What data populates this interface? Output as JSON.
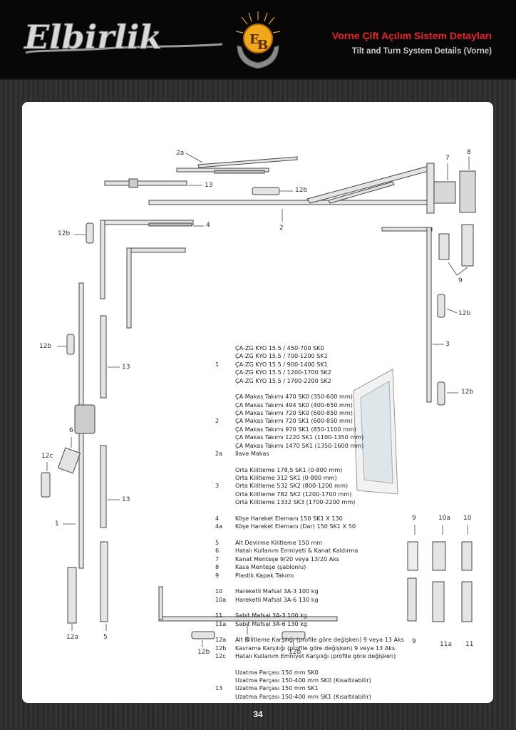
{
  "header": {
    "brand": "Elbirlik",
    "logo_letters": "EB",
    "title_tr": "Vorne Çift Açılım Sistem Detayları",
    "title_en": "Tilt and Turn System Details (Vorne)"
  },
  "diagram_labels": {
    "l2a": "2a",
    "l13_top": "13",
    "l12b_top": "12b",
    "l7": "7",
    "l8": "8",
    "l2": "2",
    "l12b_left": "12b",
    "l4": "4",
    "l9": "9",
    "l12b_r1": "12b",
    "l12b_mid": "12b",
    "l13_mid": "13",
    "l3_right": "3",
    "l12b_r2": "12b",
    "l6": "6",
    "l12c": "12c",
    "l13_low": "13",
    "l1": "1",
    "l12a": "12a",
    "l5": "5",
    "l3_bot": "3",
    "l12b_b1": "12b",
    "l12b_b2": "12b",
    "h9": "9",
    "h10a": "10a",
    "h10": "10",
    "h9b": "9",
    "h11a": "11a",
    "h11": "11"
  },
  "legend": [
    {
      "nums": [
        "",
        "",
        "1",
        "",
        ""
      ],
      "items": [
        "ÇA-ZG KYO 15.5 / 450-700 SK0",
        "ÇA-ZG KYO 15.5 / 700-1200 SK1",
        "ÇA-ZG KYO 15.5 / 900-1400 SK1",
        "ÇA-ZG KYO 15.5 / 1200-1700 SK2",
        "ÇA-ZG KYO 15.5 / 1700-2200 SK2"
      ]
    },
    {
      "nums": [
        "",
        "",
        "",
        "2",
        "",
        "",
        "",
        "2a"
      ],
      "items": [
        "ÇA Makas Takımı 470 SK0 (350-600 mm)",
        "ÇA Makas Takımı 494 SK0 (400-650 mm)",
        "ÇA Makas Takımı 720 SK0 (600-850 mm)",
        "ÇA Makas Takımı 720 SK1 (600-850 mm)",
        "ÇA Makas Takımı 970 SK1 (850-1100 mm)",
        "ÇA Makas Takımı 1220 SK1 (1100-1350 mm)",
        "ÇA Makas Takımı 1470 SK1 (1350-1600 mm)",
        "İlave Makas"
      ]
    },
    {
      "nums": [
        "",
        "",
        "3",
        "",
        ""
      ],
      "items": [
        "Orta Kilitleme 178,5 SK1 (0-800 mm)",
        "Orta Kilitleme 312 SK1 (0-800 mm)",
        "Orta Kilitleme 532 SK2 (800-1200 mm)",
        "Orta Kilitleme 782 SK2 (1200-1700 mm)",
        "Orta Kilitleme 1332 SK3 (1700-2200 mm)"
      ]
    },
    {
      "nums": [
        "4",
        "4a"
      ],
      "items": [
        "Köşe Hareket Elemanı 150 SK1 X 130",
        "Köşe Hareket Elemanı (Dar) 150 SK1 X 50"
      ]
    },
    {
      "nums": [
        "5",
        "6",
        "7",
        "8",
        "9"
      ],
      "items": [
        "Alt Devirme Kilitleme 150 mm",
        "Hatalı Kullanım Emniyeti & Kanat Kaldırma",
        "Kanat Menteşe 9/20 veya 13/20 Aks",
        "Kasa Menteşe (şablonlu)",
        "Plastik Kapak Takımı"
      ]
    },
    {
      "nums": [
        "10",
        "10a"
      ],
      "items": [
        "Hareketli Mafsal 3A-3 100 kg",
        "Hareketli Mafsal 3A-6 130 kg"
      ]
    },
    {
      "nums": [
        "11",
        "11a"
      ],
      "items": [
        "Sabit Mafsal 3A-3 100 kg",
        "Sabit Mafsal 3A-6 130 kg"
      ]
    },
    {
      "nums": [
        "12a",
        "12b",
        "12c"
      ],
      "items": [
        "Alt Kilitleme Karşılığı (profile göre değişken) 9 veya 13 Aks",
        "Kavrama Karşılığı (profile göre değişken) 9 veya 13 Aks",
        "Hatalı Kullanım Emniyet Karşılığı (profile göre değişken)"
      ]
    },
    {
      "nums": [
        "",
        "",
        "13",
        ""
      ],
      "items": [
        "Uzatma Parçası 150 mm SK0",
        "Uzatma Parçası 150-400 mm SK0 (Kısaltılabilir)",
        "Uzatma Parçası 150 mm SK1",
        "Uzatma Parçası 150-400 mm SK1 (Kısaltılabilir)"
      ]
    }
  ],
  "page_number": "34"
}
